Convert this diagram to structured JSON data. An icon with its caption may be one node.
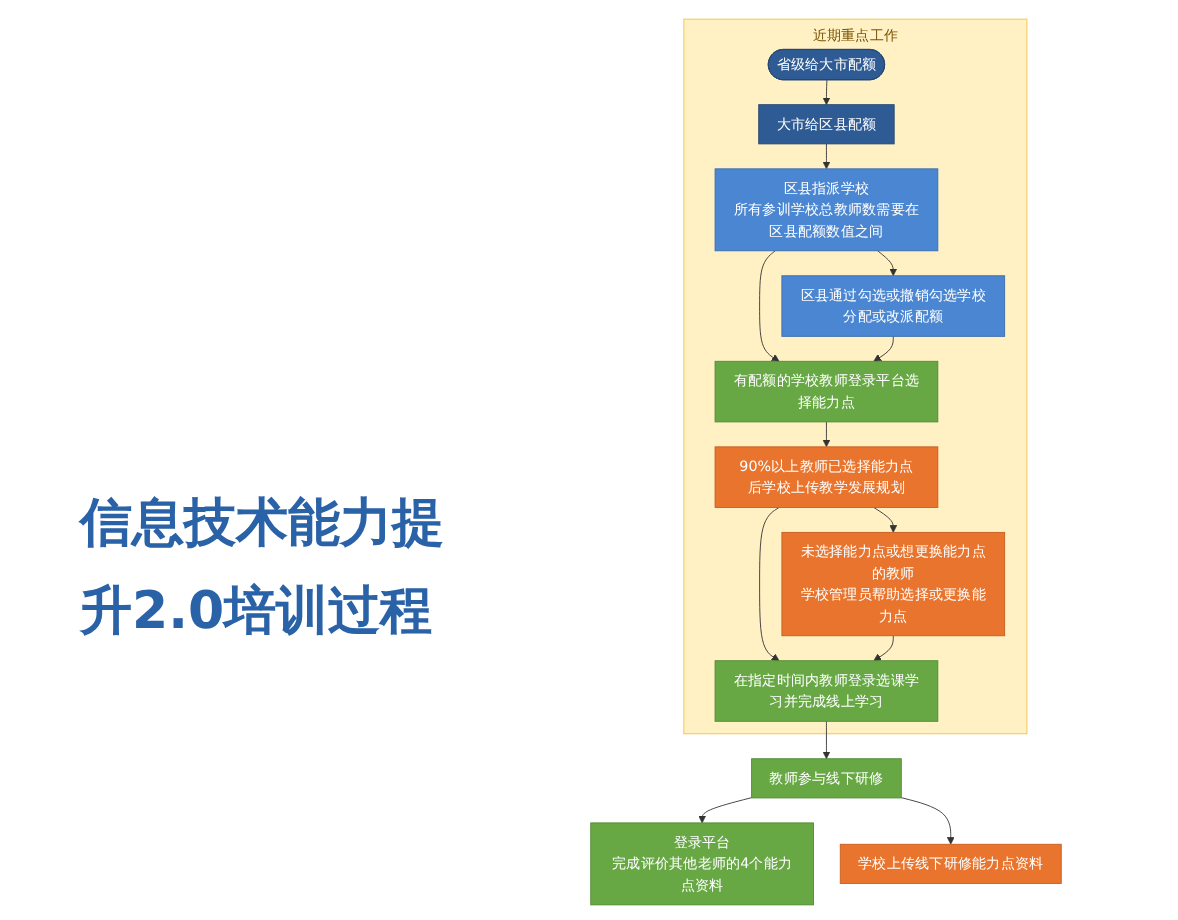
{
  "diagram": {
    "title": "信息技术能力提升2.0培训过程",
    "nodes": [
      {
        "text": [
          "近期重点工作"
        ]
      },
      {
        "text": [
          "省级给大市配额"
        ],
        "in": 0
      },
      {
        "text": [
          "大市给区县配额"
        ],
        "in": 0
      },
      {
        "text": [
          "区县指派学校",
          "所有参训学校总教师数需要在区县配额数值之间"
        ],
        "in": 0
      },
      {
        "text": [
          "区县通过勾选或撤销勾选学校分配或改派配额"
        ],
        "in": 0
      },
      {
        "text": [
          "有配额的学校教师登录平台选择能力点"
        ],
        "in": 0
      },
      {
        "text": [
          "90%以上教师已选择能力点后学校上传教学发展规划"
        ],
        "in": 0
      },
      {
        "text": [
          "未选择能力点或想更换能力点的教师",
          "学校管理员帮助选择或更换能力点"
        ],
        "in": 0
      },
      {
        "text": [
          "在指定时间内教师登录选课学习并完成线上学习"
        ],
        "in": 0
      },
      {
        "text": [
          "教师参与线下研修"
        ]
      },
      {
        "text": [
          "登录平台",
          "完成评价其他老师的4个能力点资料"
        ]
      },
      {
        "text": [
          "学校上传线下研修能力点资料"
        ]
      }
    ],
    "edges": [
      {
        "from": 1,
        "to": 2,
        "arrow": "to"
      },
      {
        "from": 2,
        "to": 3,
        "arrow": "to"
      },
      {
        "from": 3,
        "to": 4,
        "arrow": "to"
      },
      {
        "from": 3,
        "to": 5,
        "arrow": "to"
      },
      {
        "from": 4,
        "to": 5,
        "arrow": "to"
      },
      {
        "from": 5,
        "to": 6,
        "arrow": "to"
      },
      {
        "from": 6,
        "to": 7,
        "arrow": "to"
      },
      {
        "from": 6,
        "to": 8,
        "arrow": "to"
      },
      {
        "from": 7,
        "to": 8,
        "arrow": "to"
      },
      {
        "from": 8,
        "to": 9,
        "arrow": "to"
      },
      {
        "from": 9,
        "to": 10,
        "arrow": "to"
      },
      {
        "from": 9,
        "to": 11,
        "arrow": "to"
      }
    ]
  }
}
